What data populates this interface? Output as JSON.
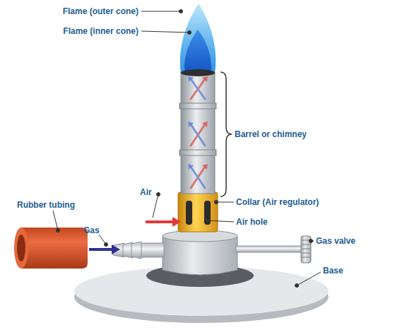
{
  "diagram": {
    "labels": [
      "Flame (outer cone)",
      "Flame (inner cone)",
      "Barrel or chimney",
      "Air",
      "Collar (Air regulator)",
      "Rubber tubing",
      "Gas",
      "Air hole",
      "Gas valve",
      "Base"
    ]
  }
}
